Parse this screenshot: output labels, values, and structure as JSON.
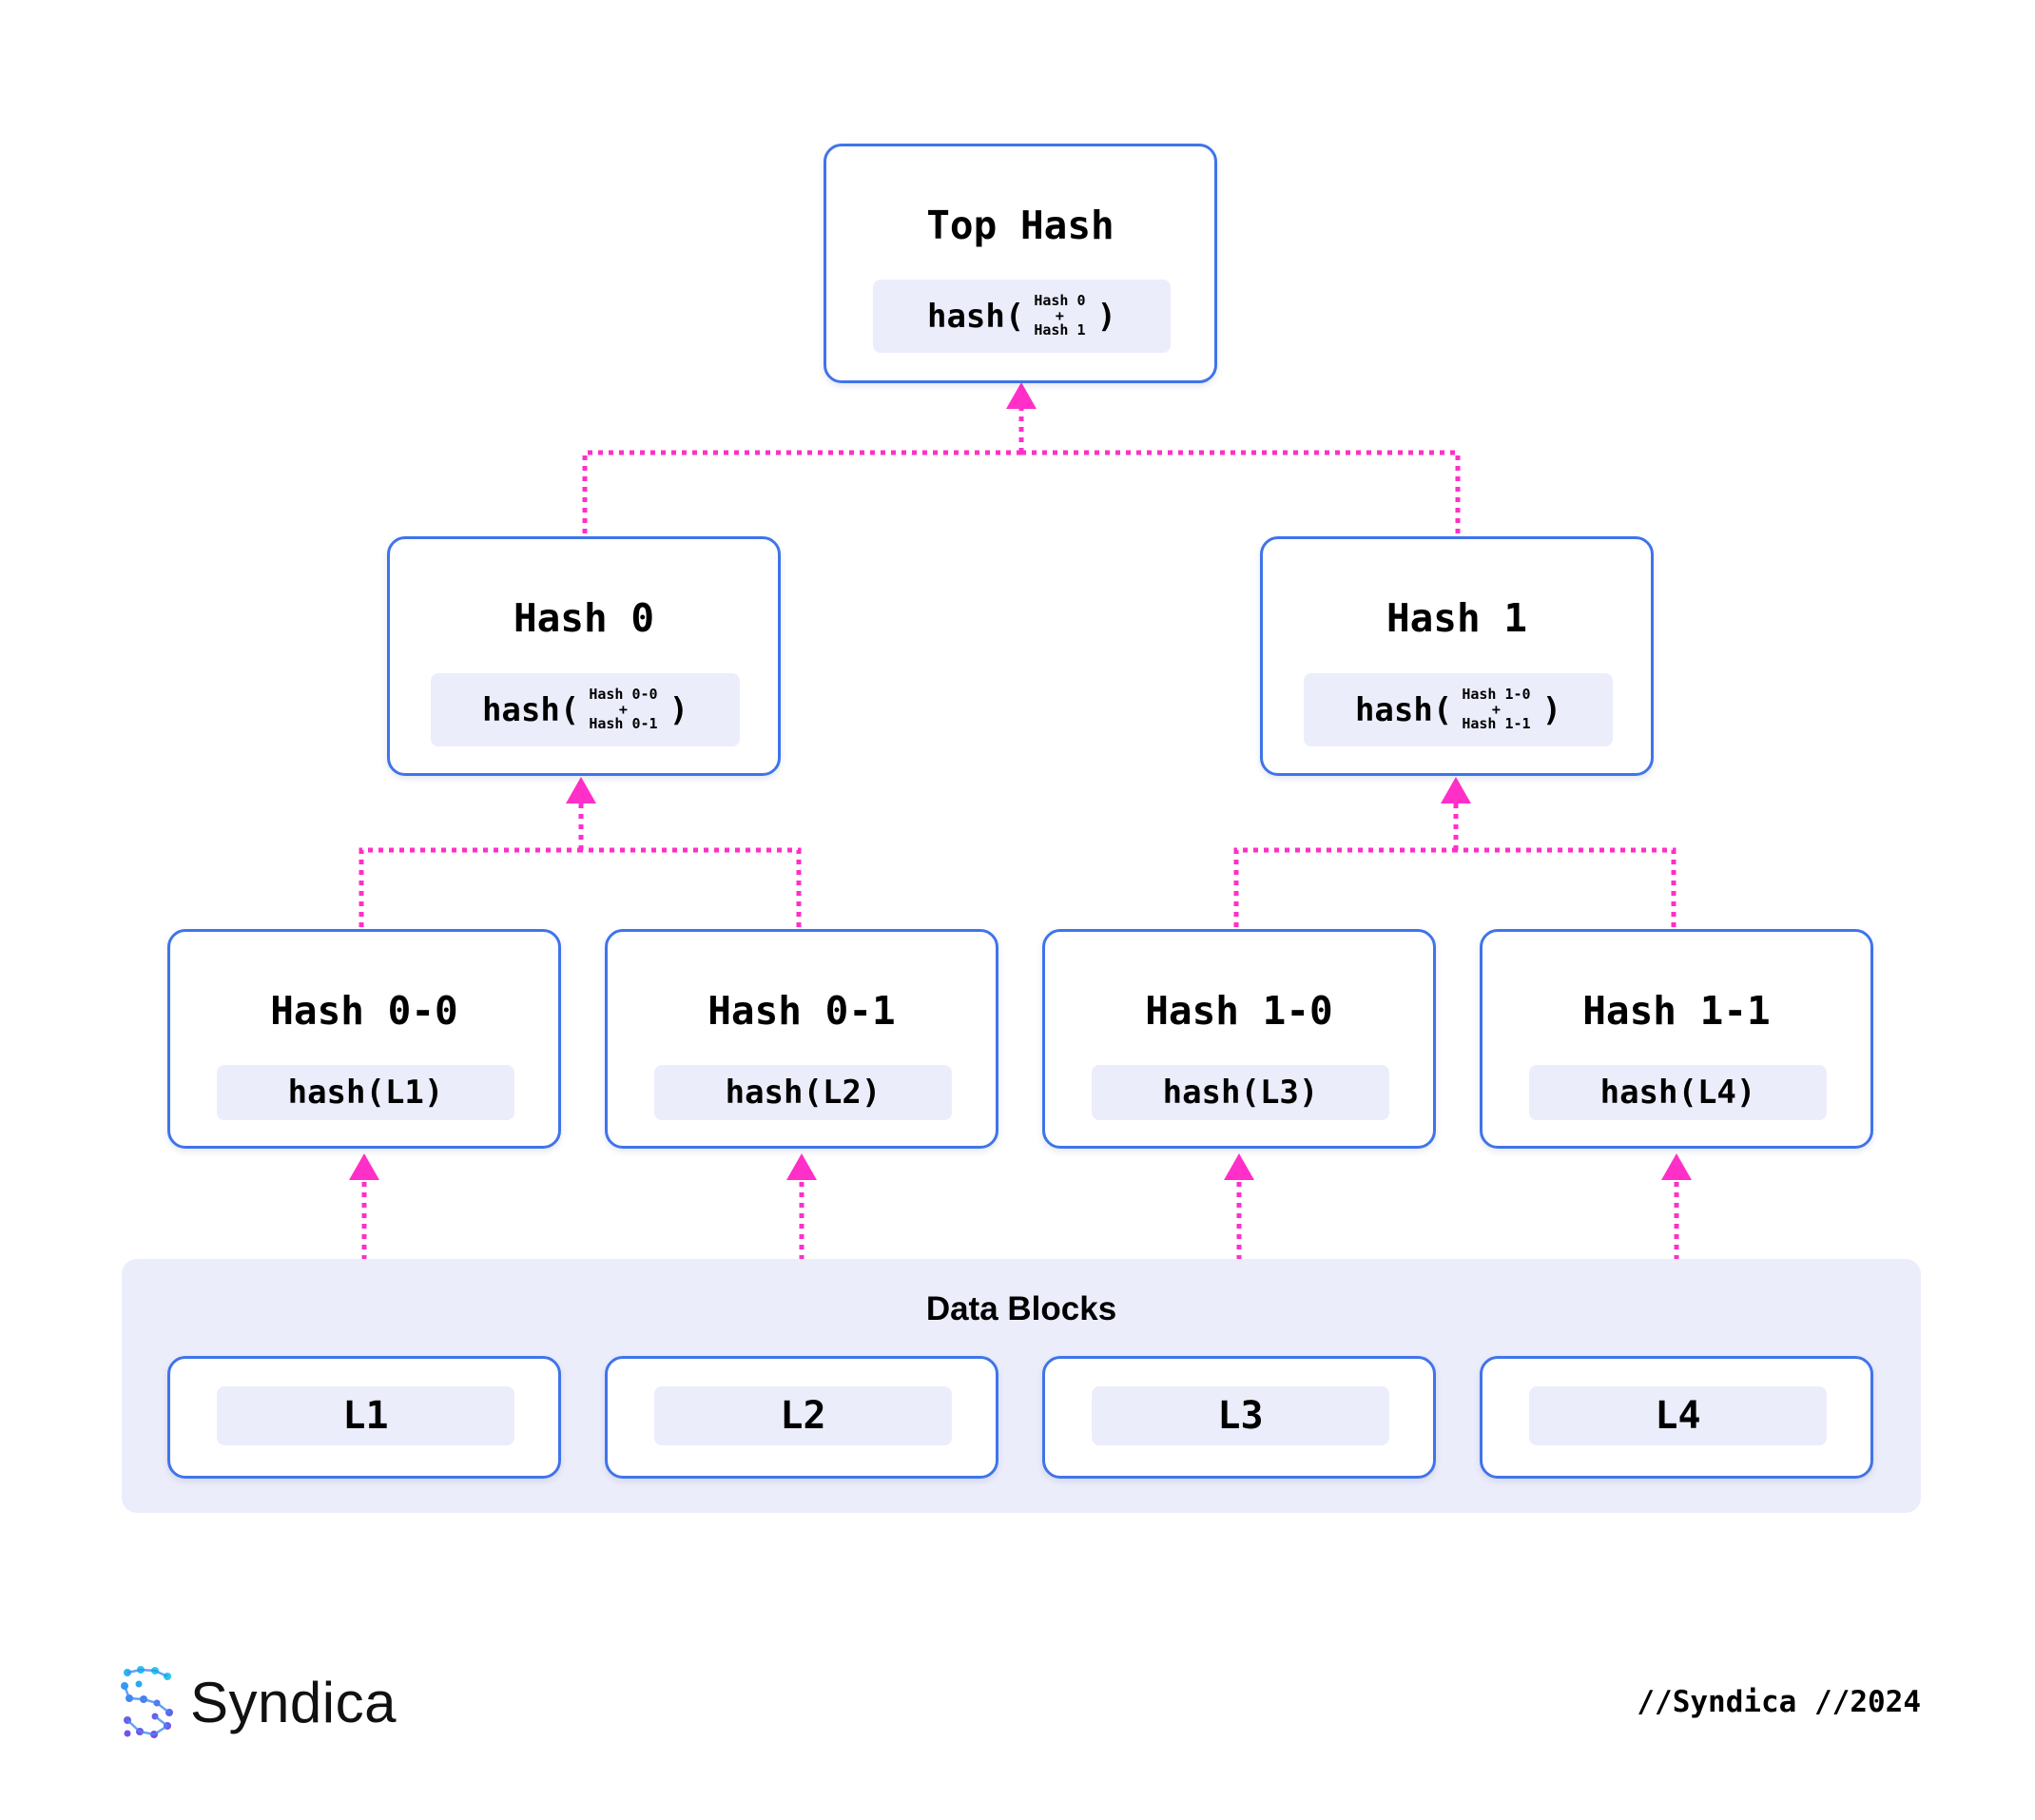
{
  "colors": {
    "node_border": "#3f74ea",
    "formula_bg": "#ecedfb",
    "connector": "#ff2fc8",
    "panel_bg": "#ecedfb"
  },
  "root": {
    "title": "Top Hash",
    "fn": "hash(",
    "arg_top": "Hash 0",
    "plus": "+",
    "arg_bottom": "Hash 1",
    "close": ")"
  },
  "level1": [
    {
      "title": "Hash 0",
      "fn": "hash(",
      "arg_top": "Hash 0-0",
      "plus": "+",
      "arg_bottom": "Hash 0-1",
      "close": ")"
    },
    {
      "title": "Hash 1",
      "fn": "hash(",
      "arg_top": "Hash 1-0",
      "plus": "+",
      "arg_bottom": "Hash 1-1",
      "close": ")"
    }
  ],
  "level2": [
    {
      "title": "Hash 0-0",
      "formula": "hash(L1)"
    },
    {
      "title": "Hash 0-1",
      "formula": "hash(L2)"
    },
    {
      "title": "Hash 1-0",
      "formula": "hash(L3)"
    },
    {
      "title": "Hash 1-1",
      "formula": "hash(L4)"
    }
  ],
  "data_blocks": {
    "title": "Data Blocks",
    "items": [
      "L1",
      "L2",
      "L3",
      "L4"
    ]
  },
  "brand": {
    "name": "Syndica",
    "logo_icon": "syndica-dots-icon"
  },
  "footer": {
    "text": "//Syndica //2024"
  }
}
